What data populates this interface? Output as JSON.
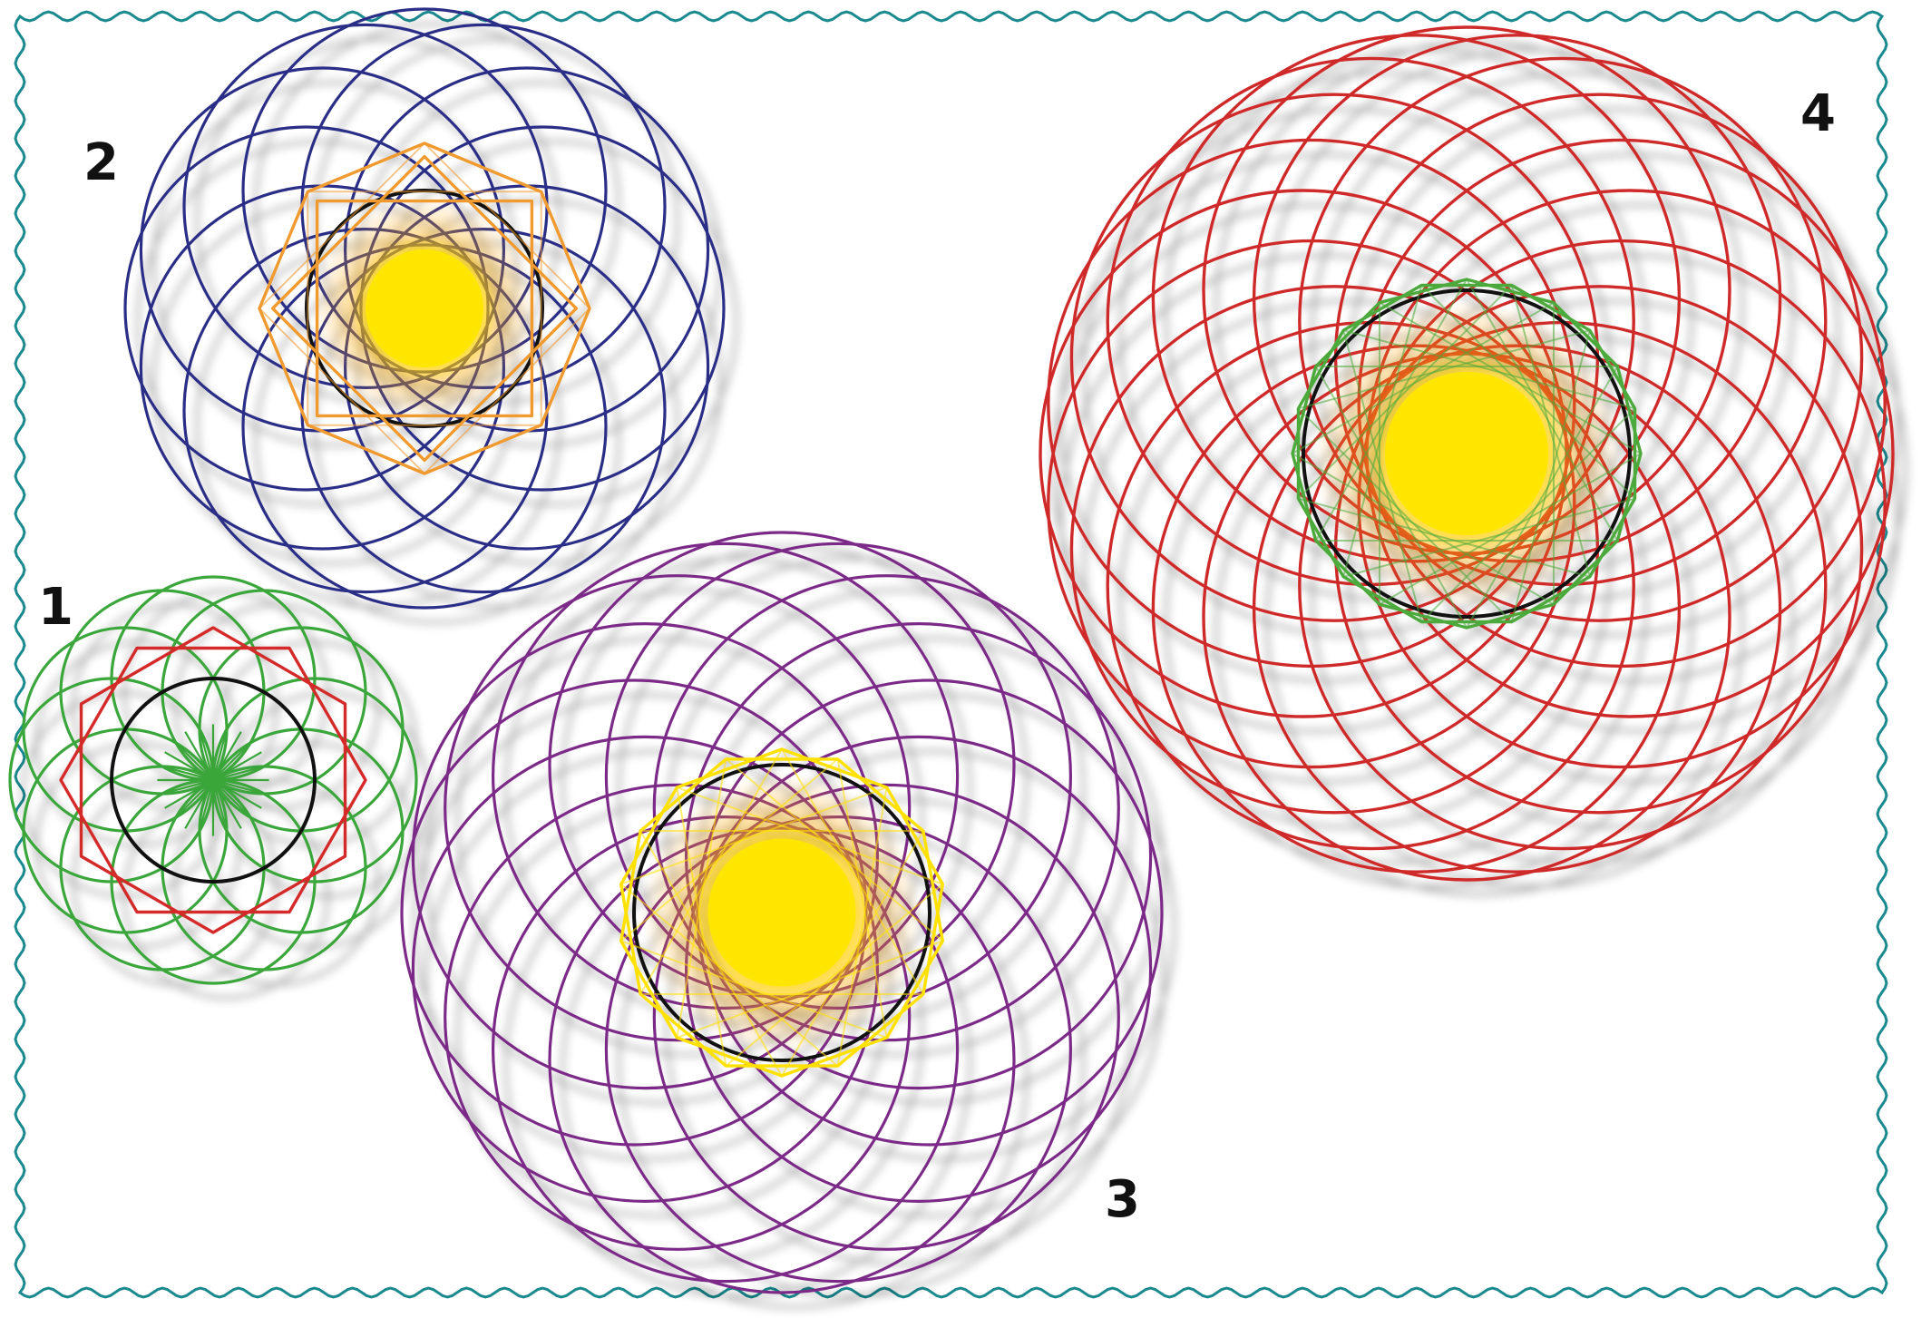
{
  "frame": {
    "border_color": "#1a8a8f",
    "background": "#ffffff"
  },
  "figures": [
    {
      "label": "1",
      "petal_count": 12,
      "petal_color": "#3aa63a",
      "core_ring_color": "#111111",
      "polygons": [
        {
          "sides": 6,
          "color": "#d42a2a"
        },
        {
          "sides": 6,
          "color": "#d42a2a",
          "rotated": true
        }
      ],
      "center_fill": "#3aa63a",
      "center_style": "star"
    },
    {
      "label": "2",
      "petal_count": 12,
      "petal_color": "#2b2f86",
      "core_ring_color": "#111111",
      "polygons": [
        {
          "sides": 8,
          "color": "#f09a30"
        },
        {
          "sides": 4,
          "color": "#f09a30"
        },
        {
          "sides": 4,
          "color": "#f09a30",
          "rotated": true
        }
      ],
      "center_fill": "#ffe600",
      "center_style": "sun"
    },
    {
      "label": "3",
      "petal_count": 16,
      "petal_color": "#7b2a87",
      "core_ring_color": "#111111",
      "polygons": [
        {
          "sides": 9,
          "color": "#ffe100"
        },
        {
          "sides": 9,
          "color": "#ffe100",
          "rotated": true
        }
      ],
      "center_fill": "#ffe600",
      "center_style": "sun"
    },
    {
      "label": "4",
      "petal_count": 20,
      "petal_color": "#cf2a2a",
      "core_ring_color": "#111111",
      "polygons": [
        {
          "sides": 12,
          "color": "#4caa3c"
        },
        {
          "sides": 12,
          "color": "#4caa3c",
          "rotated": true
        }
      ],
      "center_fill": "#ffe600",
      "center_style": "sun"
    }
  ]
}
